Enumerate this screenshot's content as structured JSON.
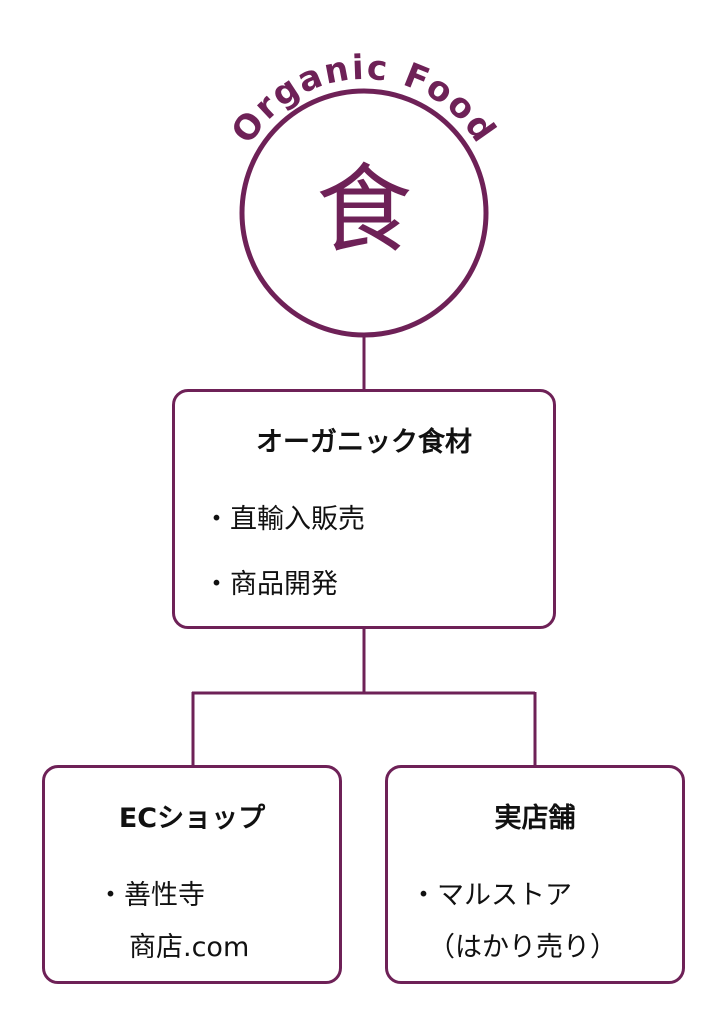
{
  "logo": {
    "arc_text": "Organic Food",
    "symbol": "食",
    "color": "#6e2157"
  },
  "main_box": {
    "title": "オーガニック食材",
    "items": [
      "・直輸入販売",
      "・商品開発"
    ]
  },
  "ec_box": {
    "title": "ECショップ",
    "items": [
      "・善性寺",
      "商店.com"
    ]
  },
  "store_box": {
    "title": "実店舗",
    "items": [
      "・マルストア",
      "（はかり売り）"
    ]
  }
}
